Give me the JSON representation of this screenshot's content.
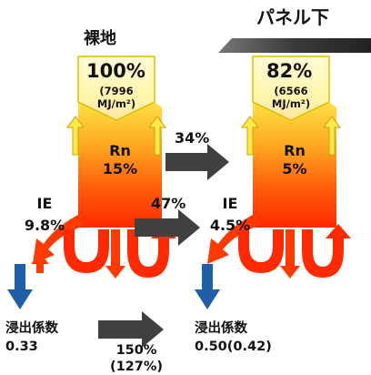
{
  "labels": {
    "bare_ground": "裸地",
    "under_panel": "パネル下"
  },
  "bare": {
    "input_pct": "100%",
    "input_energy": "(7996",
    "input_unit": "MJ/m²)",
    "rn_label": "Rn",
    "rn_pct": "15%",
    "ie_label": "IE",
    "ie_pct": "9.8%",
    "coef_label": "浸出係数",
    "coef_value": "0.33"
  },
  "panel": {
    "input_pct": "82%",
    "input_energy": "(6566",
    "input_unit": "MJ/m²)",
    "rn_label": "Rn",
    "rn_pct": "5%",
    "ie_label": "IE",
    "ie_pct": "4.5%",
    "coef_label": "浸出係数",
    "coef_value": "0.50(0.42)"
  },
  "ratios": {
    "input": "34%",
    "ie": "47%",
    "coef": "150%",
    "coef_sub": "(127%)"
  },
  "colors": {
    "flow_top": "#ffef55",
    "flow_mid": "#ffa31a",
    "flow_bottom": "#ff2a00",
    "arrow_gray": "#404040",
    "leach_blue": "#1e5fa8",
    "banner_gray": "#3a3a3a"
  }
}
